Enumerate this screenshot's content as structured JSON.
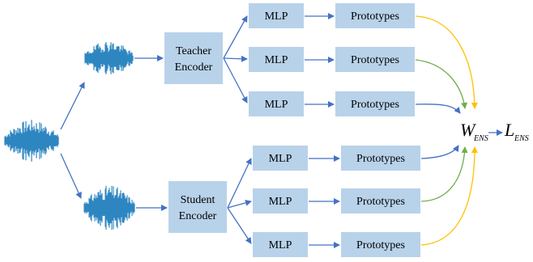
{
  "teacher": {
    "label_line1": "Teacher",
    "label_line2": "Encoder"
  },
  "student": {
    "label_line1": "Student",
    "label_line2": "Encoder"
  },
  "branches": {
    "teacher": [
      {
        "mlp": "MLP",
        "prototypes": "Prototypes"
      },
      {
        "mlp": "MLP",
        "prototypes": "Prototypes"
      },
      {
        "mlp": "MLP",
        "prototypes": "Prototypes"
      }
    ],
    "student": [
      {
        "mlp": "MLP",
        "prototypes": "Prototypes"
      },
      {
        "mlp": "MLP",
        "prototypes": "Prototypes"
      },
      {
        "mlp": "MLP",
        "prototypes": "Prototypes"
      }
    ]
  },
  "ensemble": {
    "weight_symbol": "W",
    "weight_subscript": "ENS",
    "loss_symbol": "L",
    "loss_subscript": "ENS"
  },
  "colors": {
    "box_fill": "#b8d2ea",
    "arrow_blue": "#4472c4",
    "arrow_green": "#70ad47",
    "arrow_yellow": "#ffc000",
    "waveform": "#2e86c1"
  }
}
